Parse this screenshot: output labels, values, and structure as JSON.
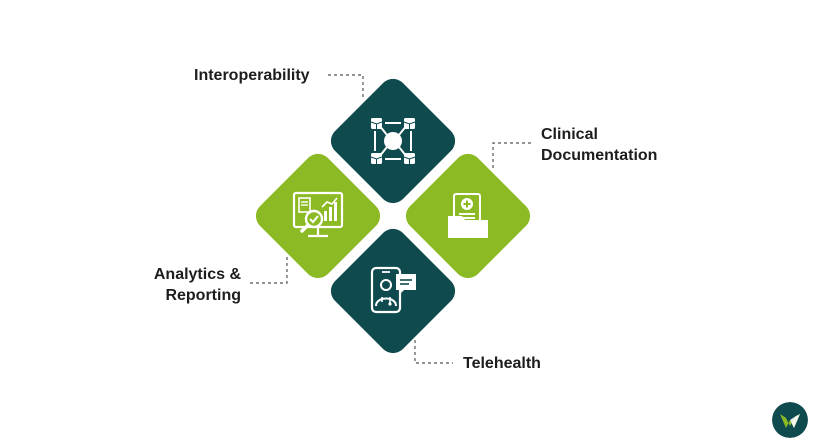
{
  "colors": {
    "teal": "#0f4a4f",
    "lime": "#8cba24",
    "connector": "#555555",
    "background": "#ffffff"
  },
  "segments": [
    {
      "id": "interoperability",
      "label_lines": [
        "Interoperability"
      ],
      "icon": "network-cubes-icon",
      "color": "teal"
    },
    {
      "id": "clinical-documentation",
      "label_lines": [
        "Clinical",
        "Documentation"
      ],
      "icon": "medical-folder-icon",
      "color": "lime"
    },
    {
      "id": "analytics-reporting",
      "label_lines": [
        "Analytics &",
        "Reporting"
      ],
      "icon": "analytics-monitor-icon",
      "color": "lime"
    },
    {
      "id": "telehealth",
      "label_lines": [
        "Telehealth"
      ],
      "icon": "phone-doctor-chat-icon",
      "color": "teal"
    }
  ],
  "logo": {
    "icon": "brand-logo-icon"
  }
}
